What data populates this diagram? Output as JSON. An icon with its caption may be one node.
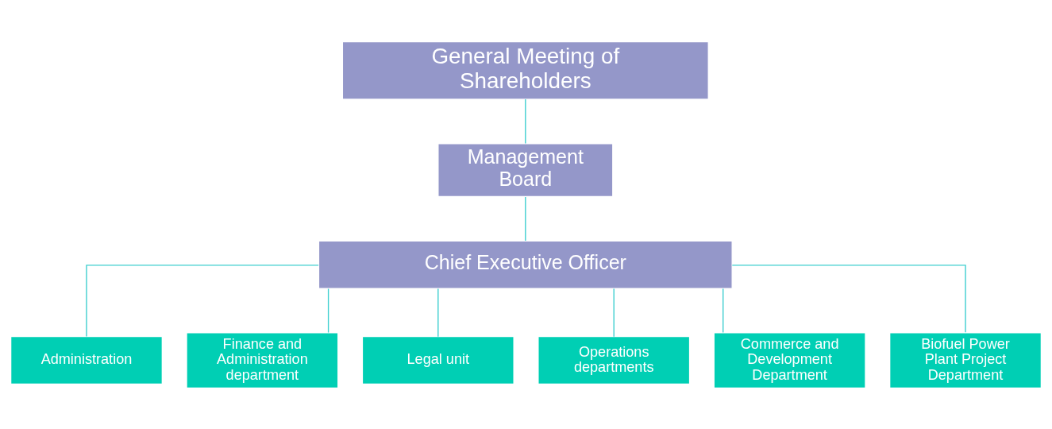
{
  "diagram": {
    "nodes": [
      {
        "text": [
          "General Meeting of Shareholders"
        ]
      },
      {
        "text": [
          "Management Board"
        ]
      },
      {
        "text": [
          "Chief Executive Officer"
        ]
      },
      {
        "text": [
          "Administration"
        ]
      },
      {
        "text": [
          "Finance and Administration department"
        ]
      },
      {
        "text": [
          "Legal unit"
        ]
      },
      {
        "text": [
          "Operations departments"
        ]
      },
      {
        "text": [
          "Commerce and Development Department"
        ]
      },
      {
        "text": [
          "Biofuel Power Plant Project Department"
        ]
      }
    ],
    "edges": [
      {
        "from": 0,
        "to": 1,
        "arrow": "none"
      },
      {
        "from": 1,
        "to": 2,
        "arrow": "none"
      },
      {
        "from": 2,
        "to": 3,
        "arrow": "none"
      },
      {
        "from": 2,
        "to": 4,
        "arrow": "none"
      },
      {
        "from": 2,
        "to": 5,
        "arrow": "none"
      },
      {
        "from": 2,
        "to": 6,
        "arrow": "none"
      },
      {
        "from": 2,
        "to": 7,
        "arrow": "none"
      },
      {
        "from": 2,
        "to": 8,
        "arrow": "none"
      }
    ]
  }
}
